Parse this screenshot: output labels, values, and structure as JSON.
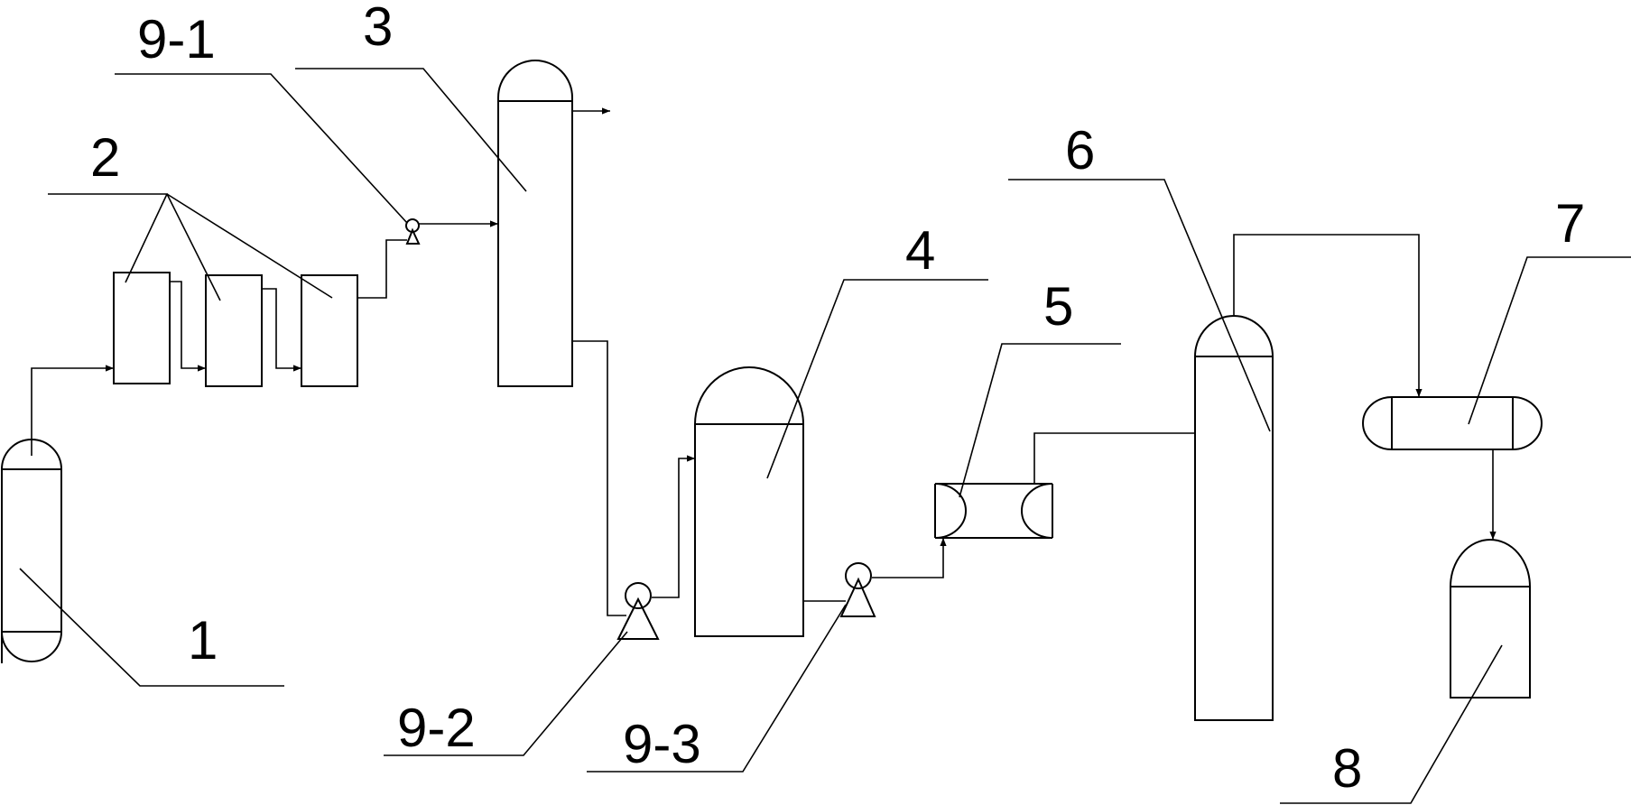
{
  "labels": {
    "l1": "1",
    "l2": "2",
    "l3": "3",
    "l4": "4",
    "l5": "5",
    "l6": "6",
    "l7": "7",
    "l8": "8",
    "l9_1": "9-1",
    "l9_2": "9-2",
    "l9_3": "9-3"
  },
  "colors": {
    "line": "#000000",
    "background": "#ffffff"
  }
}
